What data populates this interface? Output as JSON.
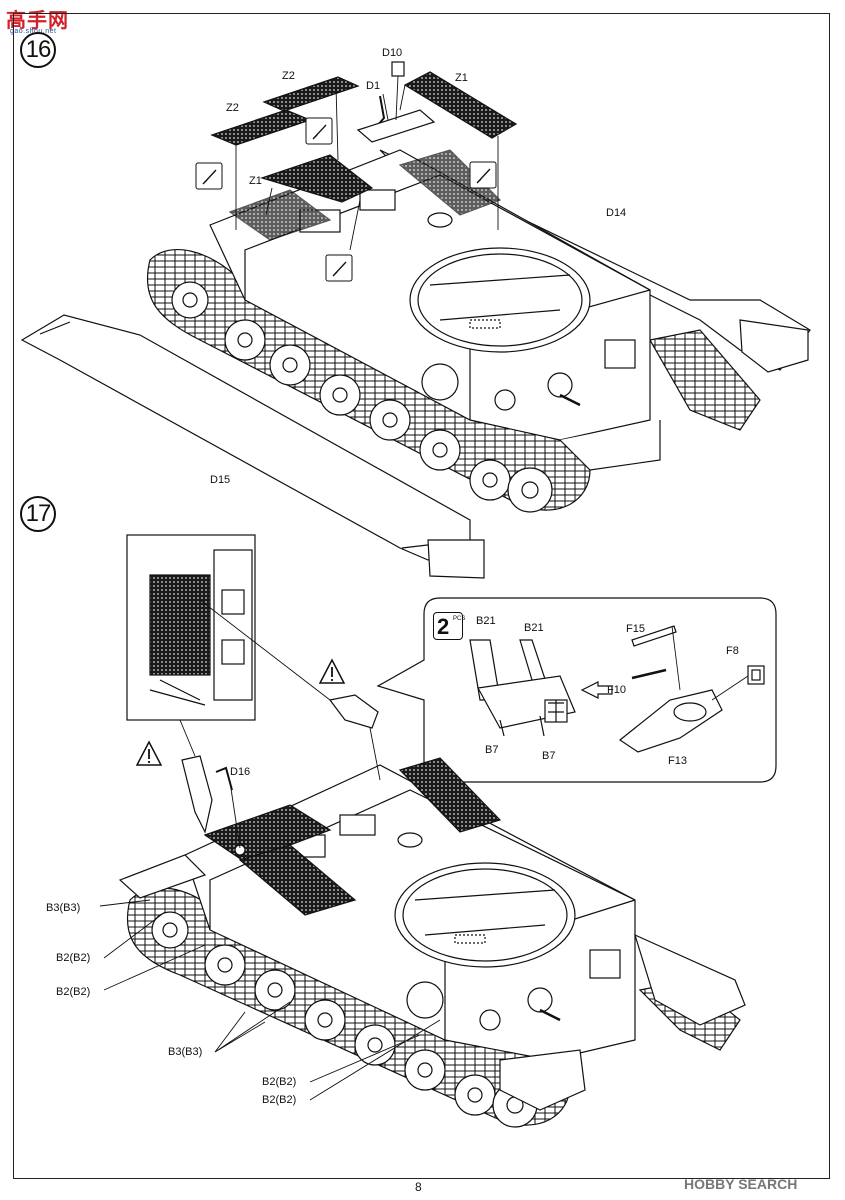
{
  "header": {
    "logo_text": "高手网",
    "logo_sub": "gao.shou.net"
  },
  "steps": {
    "step16": "16",
    "step17": "17"
  },
  "step16_labels": {
    "d10": "D10",
    "d1": "D1",
    "z2_a": "Z2",
    "z2_b": "Z2",
    "z1_a": "Z1",
    "z1_b": "Z1",
    "d14": "D14",
    "d15": "D15"
  },
  "step17_labels": {
    "d16": "D16",
    "b3_a": "B3(B3)",
    "b2_a": "B2(B2)",
    "b2_b": "B2(B2)",
    "b3_b": "B3(B3)",
    "b2_c": "B2(B2)",
    "b2_d": "B2(B2)"
  },
  "inset": {
    "qty": "2",
    "pcs": "PCS",
    "b21_a": "B21",
    "b21_b": "B21",
    "b7_a": "B7",
    "b7_b": "B7",
    "f15": "F15",
    "f10": "F10",
    "f13": "F13",
    "f8": "F8"
  },
  "footer": {
    "page_number": "8",
    "watermark": "HOBBY SEARCH"
  }
}
